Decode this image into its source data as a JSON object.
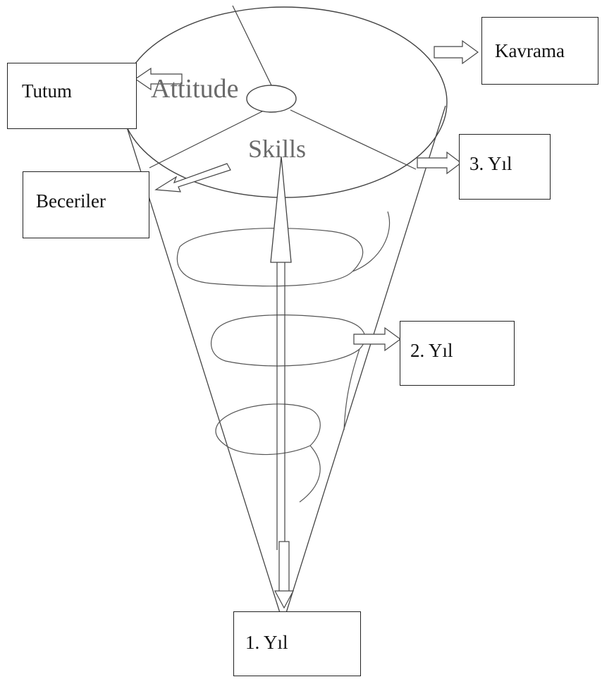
{
  "diagram": {
    "labels": {
      "attitude": "Attitude",
      "skills": "Skills"
    },
    "boxes": {
      "tutum": "Tutum",
      "kavrama": "Kavrama",
      "beceriler": "Beceriler",
      "year3": "3. Yıl",
      "year2": "2. Yıl",
      "year1": "1. Yıl"
    },
    "colors": {
      "line": "#333333",
      "faded_text": "#6a6a6a",
      "box_border": "#222222"
    }
  }
}
